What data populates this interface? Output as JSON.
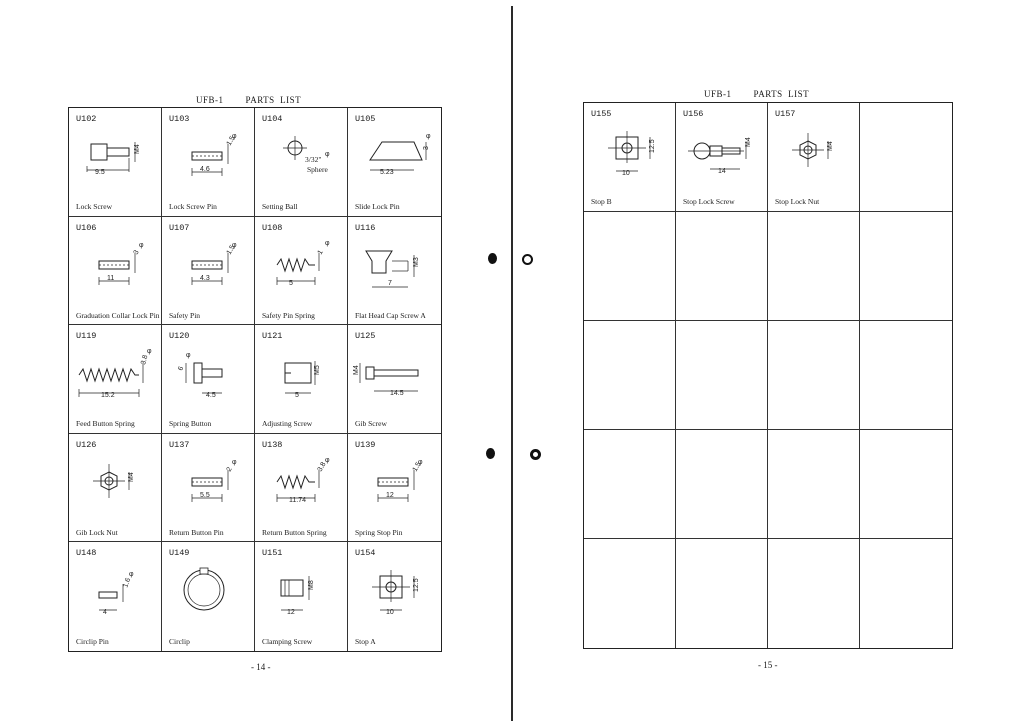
{
  "left_page": {
    "title": "UFB-1",
    "subtitle": "PARTS  LIST",
    "page_number": "- 14 -",
    "parts": [
      {
        "code": "U102",
        "name": "Lock Screw",
        "fig": "knurled",
        "dims": [
          "9.5",
          "M4"
        ]
      },
      {
        "code": "U103",
        "name": "Lock Screw Pin",
        "fig": "pin",
        "dims": [
          "4.6",
          "1.5",
          "φ"
        ]
      },
      {
        "code": "U104",
        "name": "Setting Ball",
        "fig": "ball",
        "dims": [
          "3/32\"",
          "φ",
          "Sphere"
        ]
      },
      {
        "code": "U105",
        "name": "Slide Lock Pin",
        "fig": "trapezoid",
        "dims": [
          "5.23",
          "3",
          "φ"
        ]
      },
      {
        "code": "U106",
        "name": "Graduation Collar Lock Pin",
        "fig": "pin",
        "dims": [
          "11",
          "3",
          "φ"
        ]
      },
      {
        "code": "U107",
        "name": "Safety Pin",
        "fig": "pin",
        "dims": [
          "4.3",
          "1.5",
          "φ"
        ]
      },
      {
        "code": "U108",
        "name": "Safety Pin Spring",
        "fig": "spring",
        "dims": [
          "5",
          "1",
          "φ"
        ]
      },
      {
        "code": "U116",
        "name": "Flat Head Cap Screw A",
        "fig": "flathead",
        "dims": [
          "7",
          "M3"
        ]
      },
      {
        "code": "U119",
        "name": "Feed Button Spring",
        "fig": "longspring",
        "dims": [
          "15.2",
          "3.8",
          "φ"
        ]
      },
      {
        "code": "U120",
        "name": "Spring Button",
        "fig": "button",
        "dims": [
          "4.5",
          "6",
          "φ"
        ]
      },
      {
        "code": "U121",
        "name": "Adjusting Screw",
        "fig": "slotted",
        "dims": [
          "5",
          "M5"
        ]
      },
      {
        "code": "U125",
        "name": "Gib Screw",
        "fig": "longscrew",
        "dims": [
          "14.5",
          "M4"
        ]
      },
      {
        "code": "U126",
        "name": "Gib Lock Nut",
        "fig": "nut",
        "dims": [
          "M4"
        ]
      },
      {
        "code": "U137",
        "name": "Return Button Pin",
        "fig": "pin",
        "dims": [
          "5.5",
          "2",
          "φ"
        ]
      },
      {
        "code": "U138",
        "name": "Return Button Spring",
        "fig": "spring",
        "dims": [
          "11.74",
          "3.8",
          "φ"
        ]
      },
      {
        "code": "U139",
        "name": "Spring Stop Pin",
        "fig": "pin",
        "dims": [
          "12",
          "1.5",
          "φ"
        ]
      },
      {
        "code": "U148",
        "name": "Circlip Pin",
        "fig": "smallpin",
        "dims": [
          "4",
          "1.6",
          "φ"
        ]
      },
      {
        "code": "U149",
        "name": "Circlip",
        "fig": "circlip",
        "dims": []
      },
      {
        "code": "U151",
        "name": "Clamping Screw",
        "fig": "setscrew",
        "dims": [
          "12",
          "M8"
        ]
      },
      {
        "code": "U154",
        "name": "Stop A",
        "fig": "stop",
        "dims": [
          "10",
          "12.5"
        ]
      }
    ]
  },
  "right_page": {
    "title": "UFB-1",
    "subtitle": "PARTS  LIST",
    "page_number": "- 15 -",
    "parts": [
      {
        "code": "U155",
        "name": "Stop B",
        "fig": "stop",
        "dims": [
          "10",
          "12.5"
        ]
      },
      {
        "code": "U156",
        "name": "Stop Lock Screw",
        "fig": "stopscrew",
        "dims": [
          "14",
          "M4"
        ]
      },
      {
        "code": "U157",
        "name": "Stop Lock Nut",
        "fig": "nut",
        "dims": [
          "M4"
        ]
      },
      {
        "code": "",
        "name": "",
        "fig": "",
        "dims": []
      }
    ],
    "empty_rows": 4
  }
}
